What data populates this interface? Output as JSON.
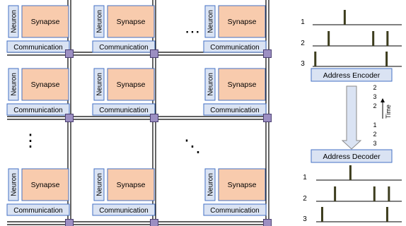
{
  "grid": {
    "neuron_label": "Neuron",
    "synapse_label": "Synapse",
    "communication_label": "Communication",
    "ellipsis_horizontal": "⋯",
    "ellipsis_vertical": "⋮",
    "ellipsis_diagonal": "⋱"
  },
  "encoder": {
    "label": "Address Encoder",
    "channels": [
      "1",
      "2",
      "3"
    ],
    "spikes": [
      [
        0.36
      ],
      [
        0.18,
        0.68,
        0.84
      ],
      [
        0.03,
        0.83
      ]
    ]
  },
  "address_stream": {
    "upper": [
      "2",
      "3",
      "2"
    ],
    "lower": [
      "1",
      "2",
      "3"
    ],
    "time_label": "Time"
  },
  "decoder": {
    "label": "Address Decoder",
    "channels": [
      "1",
      "2",
      "3"
    ],
    "spikes": [
      [
        0.4
      ],
      [
        0.22,
        0.68,
        0.85
      ],
      [
        0.07,
        0.83
      ]
    ]
  },
  "colors": {
    "neuron_fill": "#dae3f3",
    "synapse_fill": "#f8cbad",
    "communication_fill": "#dae3f3",
    "box_stroke": "#4472c4",
    "router_fill": "#9c8fc2",
    "router_stroke": "#4b3f72",
    "spike_fill": "#3d3d1e",
    "arrow_fill": "#dae3f3"
  }
}
